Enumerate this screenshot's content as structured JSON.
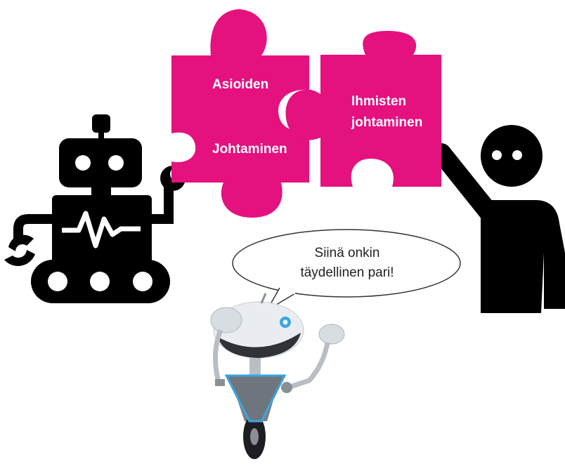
{
  "puzzle_left": {
    "line1": "Asioiden",
    "line2": "Johtaminen"
  },
  "puzzle_right": {
    "line1": "Ihmisten",
    "line2": "johtaminen"
  },
  "speech_bubble": {
    "line1": "Siinä onkin",
    "line2": "täydellinen pari!"
  },
  "colors": {
    "puzzle": "#e4117f",
    "silhouette": "#000000",
    "robot_accent": "#3aa6e0"
  }
}
